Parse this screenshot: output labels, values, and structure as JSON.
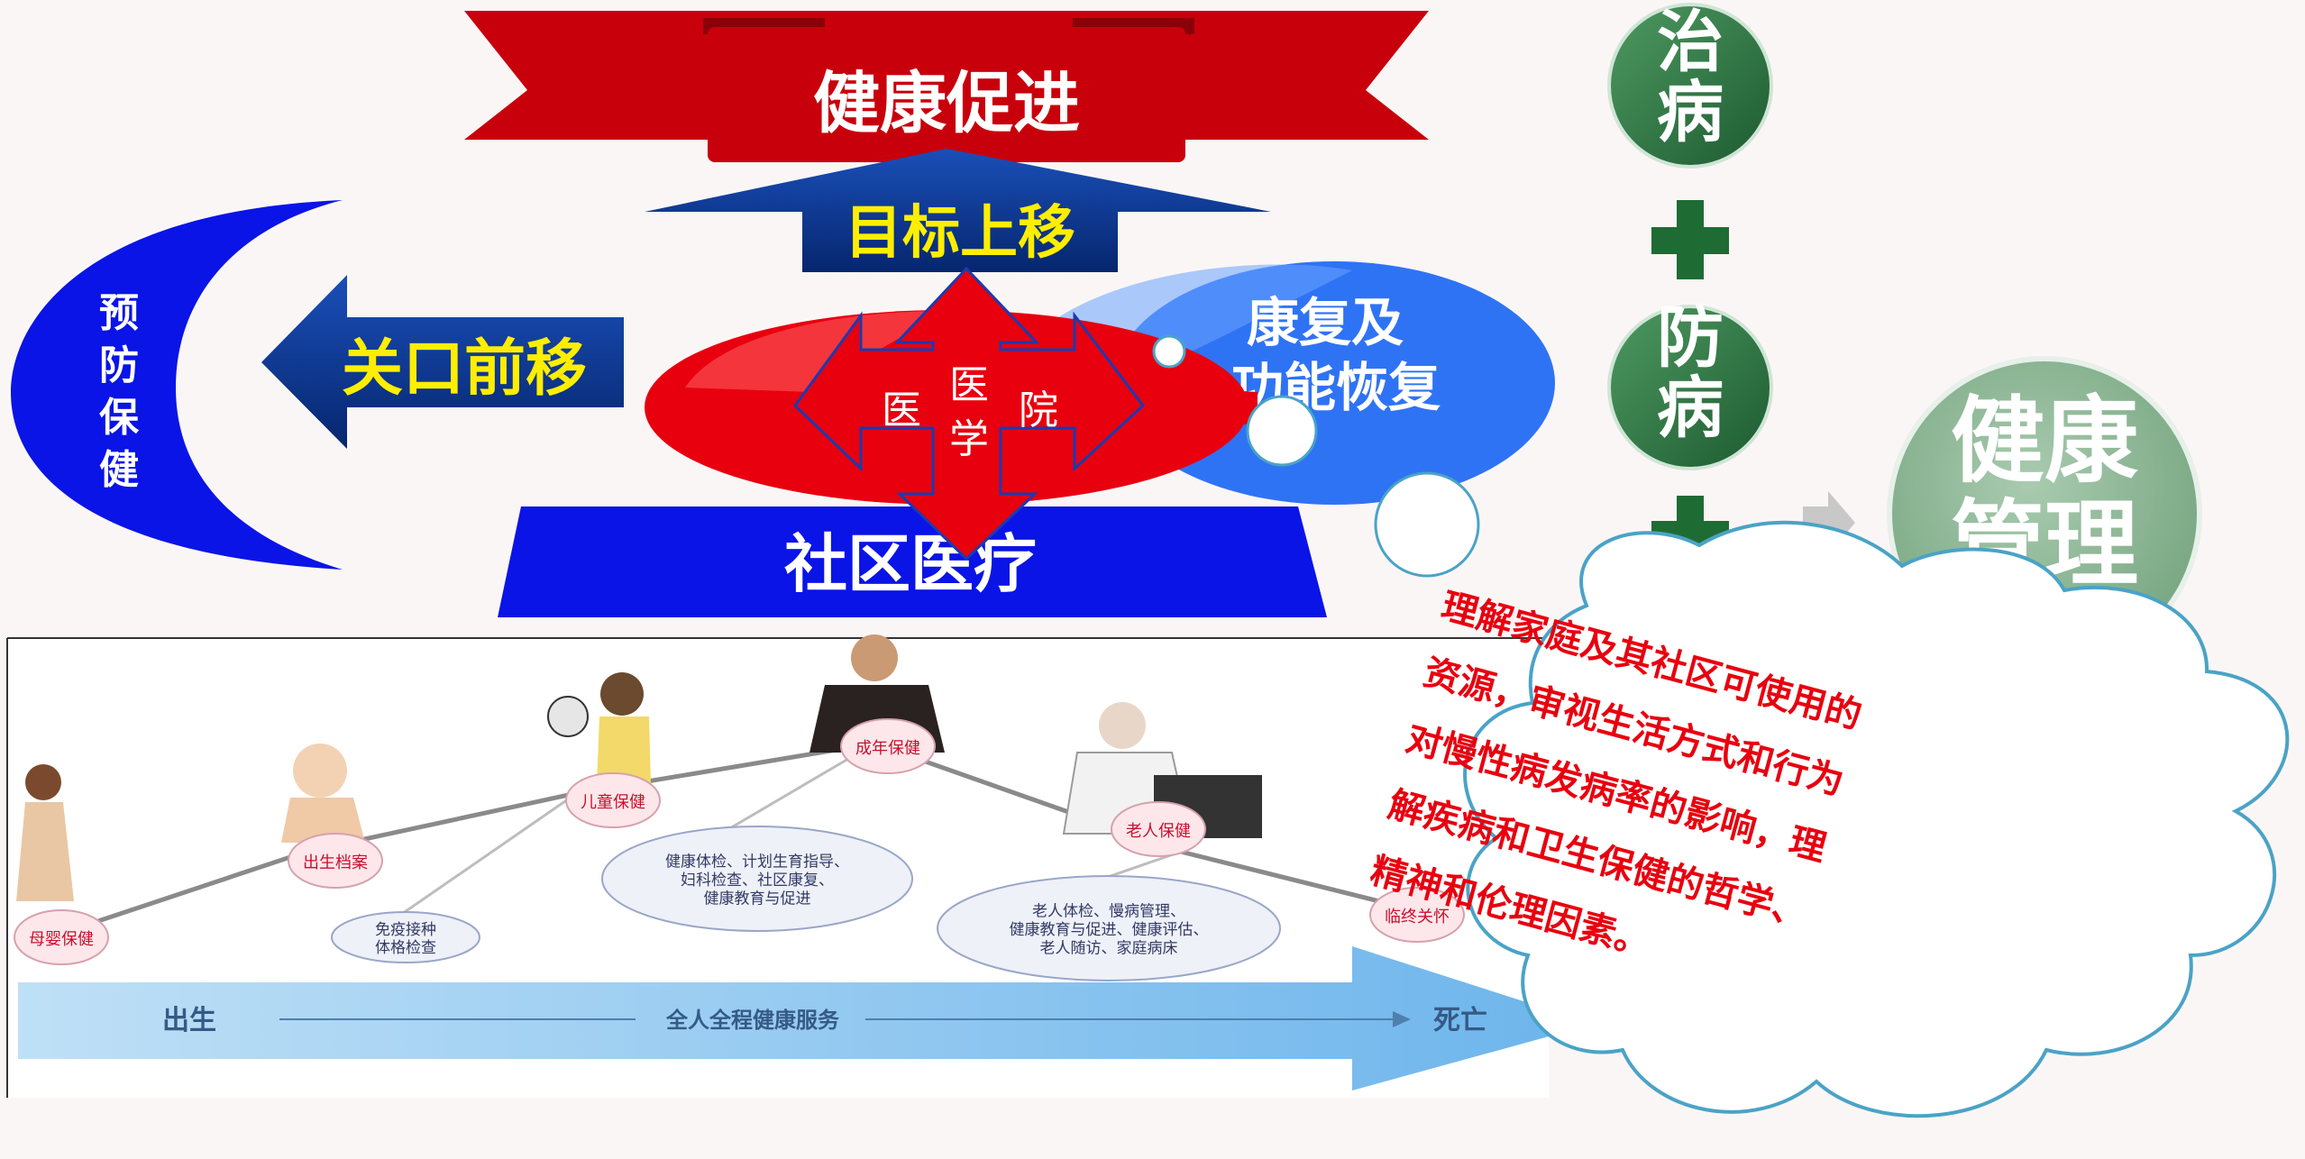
{
  "diagram": {
    "top_banner": "健康促进",
    "arrow_up_label": "目标上移",
    "arrow_left_label": "关口前移",
    "crescent_label": [
      "预",
      "防",
      "保",
      "健"
    ],
    "center_cross": {
      "left": "医",
      "top": "医",
      "bottom": "学",
      "right": "院"
    },
    "blue_ellipse_label": [
      "康复及",
      "功能恢复"
    ],
    "bottom_trapezoid_label": "社区医疗",
    "right_column": {
      "circle1": [
        "治",
        "病"
      ],
      "circle2": [
        "防",
        "病"
      ]
    },
    "big_circle_label": [
      "健康",
      "管理"
    ],
    "cloud_text": [
      "理解家庭及其社区可使用的",
      "资源，审视生活方式和行为",
      "对慢性病发病率的影响，理",
      "解疾病和卫生保健的哲学、",
      "精神和伦理因素。"
    ]
  },
  "lifecycle": {
    "stages": [
      "母婴保健",
      "出生档案",
      "儿童保健",
      "成年保健",
      "老人保健",
      "临终关怀"
    ],
    "notes": [
      "免疫接种\n体格检查",
      "健康体检、计划生育指导、\n妇科检查、社区康复、\n健康教育与促进",
      "老人体检、慢病管理、\n健康教育与促进、健康评估、\n老人随访、家庭病床"
    ],
    "timeline": {
      "start": "出生",
      "middle": "全人全程健康服务",
      "end": "死亡"
    }
  },
  "colors": {
    "banner_red": "#c8000c",
    "navy": "#0a2e8a",
    "yellow": "#ffee00",
    "blue": "#0a14e6",
    "bright_blue": "#2f73f5",
    "red": "#e8000f",
    "green_circle": "#2e7a45",
    "big_circle": "#8fb896",
    "cloud_stroke": "#4aa3c6"
  }
}
